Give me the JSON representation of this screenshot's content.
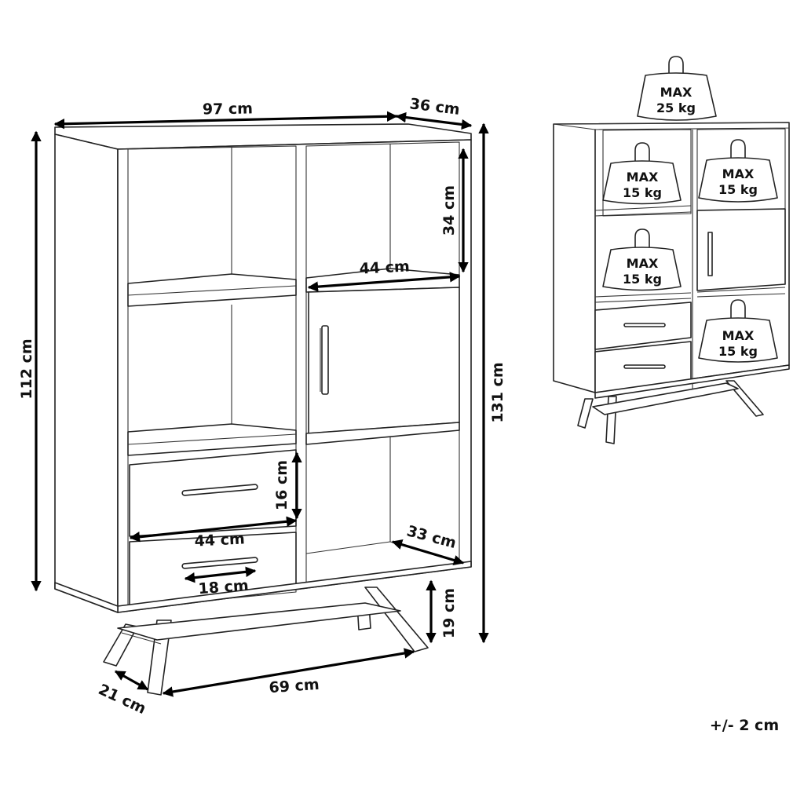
{
  "colors": {
    "line": "#222222",
    "dimension": "#000000",
    "background": "#ffffff"
  },
  "diagram": {
    "dimensions": {
      "width": "97 cm",
      "depth": "36 cm",
      "total_height": "131 cm",
      "body_height": "112 cm",
      "compartment_height": "34 cm",
      "compartment_width": "44 cm",
      "drawer_height": "16 cm",
      "drawer_width": "44 cm",
      "handle_width": "18 cm",
      "compartment_depth": "33 cm",
      "leg_height": "19 cm",
      "leg_span": "69 cm",
      "leg_depth": "21 cm"
    },
    "load_limits": [
      {
        "line1": "MAX",
        "line2": "25 kg"
      },
      {
        "line1": "MAX",
        "line2": "15 kg"
      },
      {
        "line1": "MAX",
        "line2": "15 kg"
      },
      {
        "line1": "MAX",
        "line2": "15 kg"
      },
      {
        "line1": "MAX",
        "line2": "15 kg"
      }
    ],
    "tolerance": "+/- 2 cm"
  }
}
